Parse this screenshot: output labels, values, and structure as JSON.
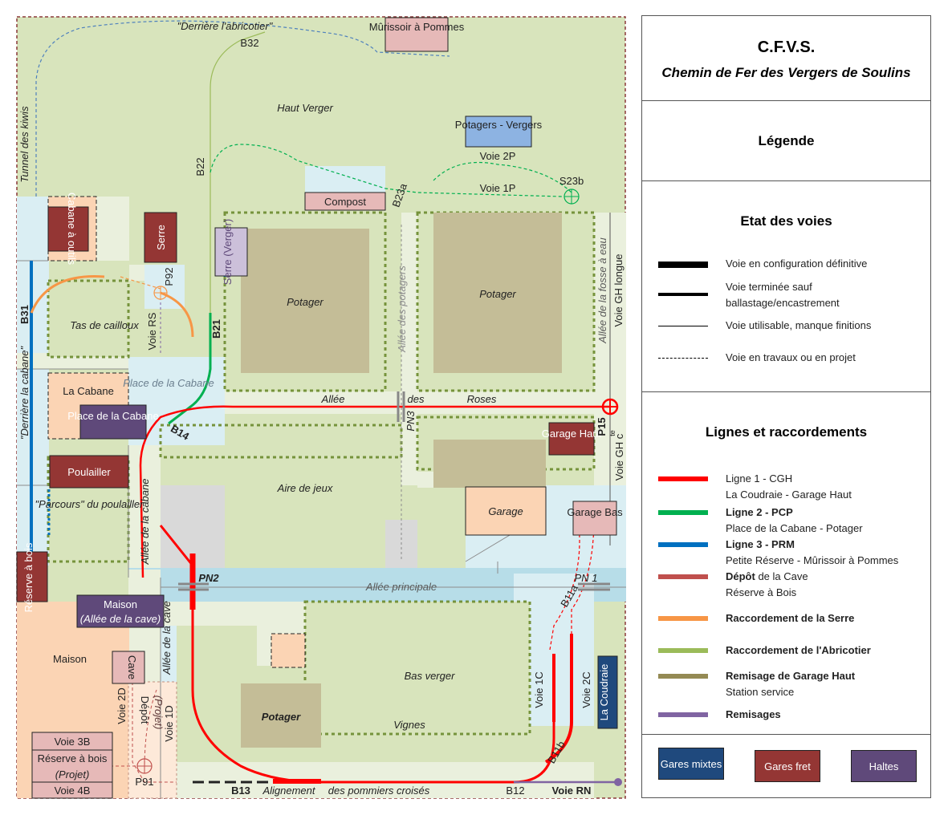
{
  "header": {
    "title": "C.F.V.S.",
    "subtitle": "Chemin de Fer des Vergers de Soulins"
  },
  "legend": {
    "title": "Légende",
    "etat_title": "Etat des voies",
    "etat": [
      {
        "label": "Voie en configuration définitive",
        "style": "thick"
      },
      {
        "label": "Voie terminée sauf ballastage/encastrement",
        "style": "medium"
      },
      {
        "label": "Voie utilisable, manque finitions",
        "style": "thin"
      },
      {
        "label": "Voie en travaux ou en projet",
        "style": "dashed"
      }
    ],
    "lignes_title": "Lignes et raccordements",
    "lignes": [
      {
        "name": "Ligne 1 - CGH",
        "desc": "La Coudraie - Garage Haut",
        "color": "#ff0000",
        "name_bold": false
      },
      {
        "name": "Ligne 2 - PCP",
        "desc": "Place de la Cabane - Potager",
        "color": "#00b050",
        "name_bold": true
      },
      {
        "name": "Ligne 3 - PRM",
        "desc": "Petite Réserve - Mûrissoir à Pommes",
        "color": "#0070c0",
        "name_bold": true
      },
      {
        "name_bold_part": "Dépôt",
        "name_rest": " de la Cave",
        "desc": "Réserve à Bois",
        "color": "#c0504d"
      },
      {
        "name": "Raccordement de la Serre",
        "desc": "",
        "color": "#f79646",
        "name_bold": true
      },
      {
        "name": "Raccordement de l'Abricotier",
        "desc": "",
        "color": "#9bbb59",
        "name_bold": true
      },
      {
        "name": "Remisage de Garage Haut",
        "desc": "Station service",
        "color": "#948a54",
        "name_bold": true
      },
      {
        "name": "Remisages",
        "desc": "",
        "color": "#8064a2",
        "name_bold": true
      }
    ],
    "badges": [
      {
        "label": "Gares mixtes",
        "color": "#1f497d"
      },
      {
        "label": "Gares fret",
        "color": "#943634"
      },
      {
        "label": "Haltes",
        "color": "#5f497a"
      }
    ]
  },
  "stations": {
    "murissoir": "Mûrissoir à Pommes",
    "potagers_vergers": "Potagers - Vergers",
    "compost": "Compost",
    "cabane_outils": "Cabane à outils",
    "serre": "Serre",
    "serre_verger": "Serre (Verger)",
    "la_cabane": "La Cabane",
    "place_cabane": "Place de la Cabane",
    "poulailler": "Poulailler",
    "garage_haut": "Garage Haut",
    "garage": "Garage",
    "garage_bas": "Garage Bas",
    "reserve_bois": "Réserve à bois",
    "maison_allee": "Maison",
    "maison_allee_sub": "(Allée de la cave)",
    "maison": "Maison",
    "cave": "Cave",
    "la_coudraie": "La Coudraie",
    "reserve_projet_top": "Voie 3B",
    "reserve_projet_mid": "Réserve à bois",
    "reserve_projet_sub": "(Projet)",
    "reserve_projet_bot": "Voie 4B",
    "depot": "Dépôt",
    "depot_projet": "(Projet)"
  },
  "areas": {
    "haut_verger": "Haut Verger",
    "potager1": "Potager",
    "potager2": "Potager",
    "potager3": "Potager",
    "tas_cailloux": "Tas de cailloux",
    "place_cabane_area": "Place de la Cabane",
    "aire_jeux": "Aire de jeux",
    "parcours": "\"Parcours\" du poulailler",
    "bas_verger": "Bas verger",
    "vignes": "Vignes"
  },
  "labels": {
    "derriere_abricotier": "\"Derrière l'abricotier\"",
    "b32": "B32",
    "b22": "B22",
    "b23a": "B23a",
    "s23b": "S23b",
    "voie_2p": "Voie 2P",
    "voie_1p": "Voie 1P",
    "tunnel_kiwis": "Tunnel des kiwis",
    "b31": "B31",
    "derriere_cabane": "\"Derrière la cabane\"",
    "p92": "P92",
    "voie_rs": "Voie RS",
    "b21": "B21",
    "allee_potagers": "Allée des potagers",
    "allee_fosse": "Allée de la fosse à eau",
    "voie_gh_longue": "Voie GH longue",
    "allee": "Allée",
    "des": "des",
    "roses": "Roses",
    "pn3": "PN3",
    "b14": "B14",
    "p15": "P15",
    "voie_gh_court": "Voie GH c",
    "voie_gh_court_sup": "te",
    "allee_cabane": "Allée de la cabane",
    "pn2": "PN2",
    "allee_principale": "Allée principale",
    "pn1": "PN 1",
    "b11a": "B11a",
    "allee_cave": "Allée de la cave",
    "voie_1c": "Voie 1C",
    "voie_2c": "Voie 2C",
    "voie_2d": "Voie 2D",
    "voie_1d": "Voie 1D",
    "b11b": "B11b",
    "p91": "P91",
    "b13": "B13",
    "alignement": "Alignement",
    "des_pommiers": "des  pommiers  croisés",
    "b12": "B12",
    "voie_rn": "Voie RN"
  }
}
